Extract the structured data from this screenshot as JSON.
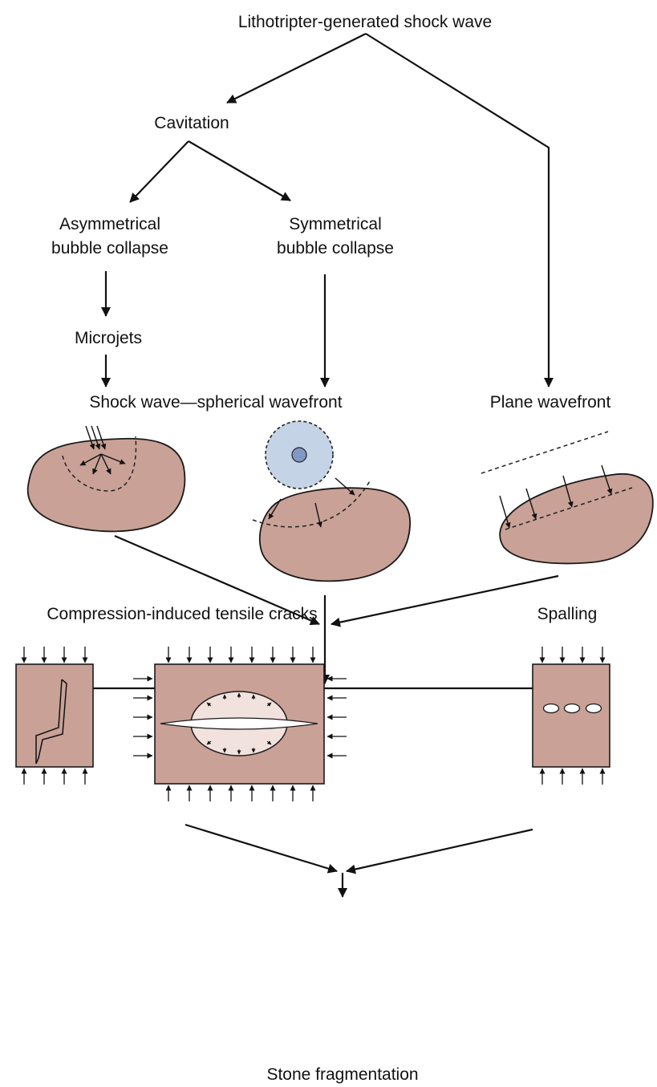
{
  "labels": {
    "source": "Lithotripter-generated shock wave",
    "cavitation": "Cavitation",
    "asym_line1": "Asymmetrical",
    "asym_line2": "bubble collapse",
    "sym_line1": "Symmetrical",
    "sym_line2": "bubble collapse",
    "microjets": "Microjets",
    "spherical": "Shock wave—spherical wavefront",
    "plane": "Plane wavefront",
    "compression": "Compression-induced tensile cracks",
    "spalling": "Spalling",
    "result": "Stone fragmentation"
  },
  "colors": {
    "stone": "#c9a196",
    "stone_edge": "#1a1a1a",
    "bubble": "#c5d3e6",
    "bubble_core": "#7f99c2",
    "crack_fill": "#f2e2de",
    "ink": "#111111"
  }
}
